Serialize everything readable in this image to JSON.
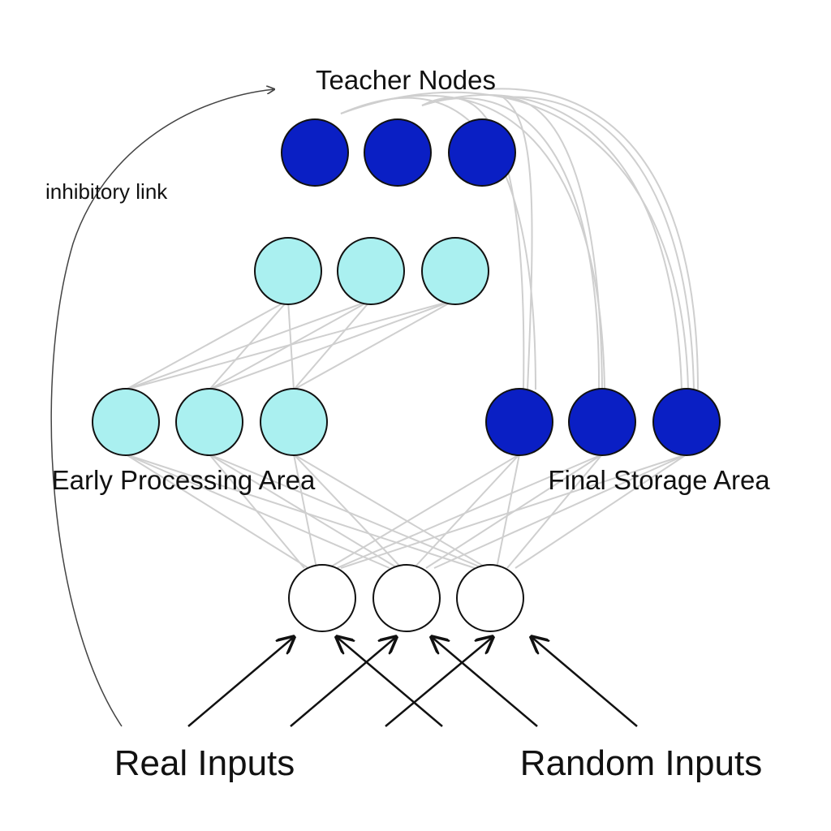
{
  "labels": {
    "teacher": "Teacher Nodes",
    "inhibitory": "inhibitory link",
    "early": "Early Processing Area",
    "final": "Final Storage Area",
    "real": "Real Inputs",
    "random": "Random Inputs"
  },
  "colors": {
    "dark_node": "#0a1fc4",
    "light_node": "#aaf0f0",
    "input_node": "#ffffff",
    "edge": "#cfcfcf",
    "arrow": "#111111"
  },
  "layers": {
    "teacher": [
      "teacher-node-1",
      "teacher-node-2",
      "teacher-node-3"
    ],
    "hidden": [
      "hidden-node-1",
      "hidden-node-2",
      "hidden-node-3"
    ],
    "early": [
      "early-node-1",
      "early-node-2",
      "early-node-3"
    ],
    "final": [
      "final-node-1",
      "final-node-2",
      "final-node-3"
    ],
    "input": [
      "input-node-1",
      "input-node-2",
      "input-node-3"
    ]
  }
}
